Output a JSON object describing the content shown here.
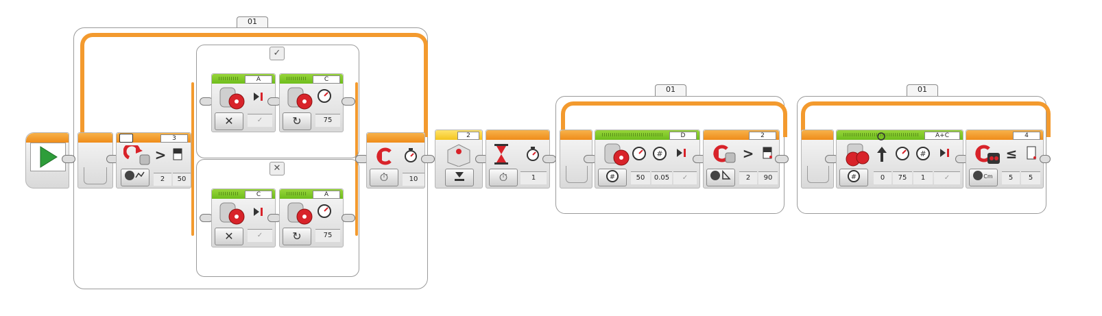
{
  "loops": {
    "main": {
      "label": "01"
    },
    "second": {
      "label": "01"
    },
    "third": {
      "label": "01"
    }
  },
  "start": {
    "icon": "play-icon"
  },
  "colorsensor_switch": {
    "port": "3",
    "compare": ">",
    "inputs": [
      "2",
      "50"
    ],
    "case_true": "✓",
    "case_false": "✕"
  },
  "case_true": {
    "motor1": {
      "port": "A",
      "action": "✕",
      "check": "✓"
    },
    "motor2": {
      "port": "C",
      "power": "75"
    }
  },
  "case_false": {
    "motor1": {
      "port": "C",
      "action": "✕",
      "check": "✓"
    },
    "motor2": {
      "port": "A",
      "power": "75"
    }
  },
  "loop_timer": {
    "input": "10"
  },
  "brick_button": {
    "port": "2"
  },
  "wait_timer": {
    "input": "1"
  },
  "motor_d": {
    "port": "D",
    "inputs": [
      "50",
      "0.05"
    ],
    "check": "✓"
  },
  "gyro_loop": {
    "port": "2",
    "compare": ">",
    "inputs": [
      "2",
      "90"
    ]
  },
  "steering": {
    "port": "A+C",
    "inputs": [
      "0",
      "75",
      "1"
    ],
    "check": "✓"
  },
  "ultrasonic_loop": {
    "port": "4",
    "compare": "≤",
    "inputs": [
      "5",
      "5"
    ],
    "unit": "Cm"
  },
  "colors": {
    "orange": "#f39a2e",
    "green": "#7cc62a",
    "red": "#d8232a"
  }
}
